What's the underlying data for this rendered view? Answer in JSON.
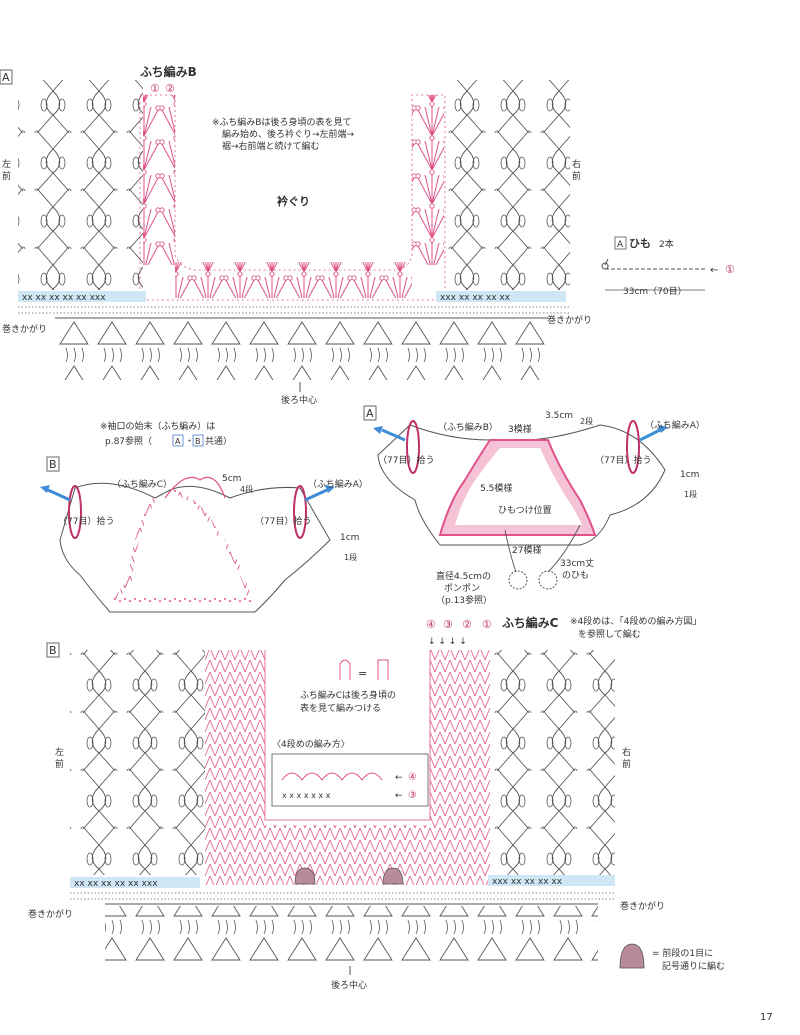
{
  "page_number": "17",
  "colors": {
    "ink": "#444444",
    "pink": "#e0528a",
    "pink_fill": "#f5c2d6",
    "band": "#cfe6f5",
    "blue": "#3d8ad6"
  },
  "section_a": {
    "letter": "A",
    "edge_label": "ふち編みB",
    "row_markers": [
      "①",
      "②"
    ],
    "instruction": [
      "※ふち編みBは後ろ身頃の表を見て",
      "編み始め、後ろ衿ぐり→左前端→",
      "裾→右前端と続けて編む"
    ],
    "collar_label": "衿ぐり",
    "left_front": [
      "左",
      "前"
    ],
    "right_front": [
      "右",
      "前"
    ],
    "band_left": "xx xx xx xx xx xxx",
    "band_right": "xxx xx xx xx xx",
    "whip_left": "巻きかがり",
    "whip_right": "巻きかがり",
    "center_back": "後ろ中心"
  },
  "string": {
    "letter": "A",
    "title": "ひも",
    "count": "2本",
    "marker": "①",
    "length": "33cm（70目）"
  },
  "sleeve_note": [
    "※袖口の始末（ふち編み）は",
    "p.87参照（",
    "A",
    "・",
    "B",
    "共通）"
  ],
  "b_small": {
    "letter": "B",
    "edge_c": "（ふち編みC）",
    "edge_a": "（ふち編みA）",
    "c_size": "5cm",
    "c_rows": "4段",
    "pick_left": "（77目）拾う",
    "pick_right": "（77目）拾う",
    "cuff": "1cm",
    "cuff_rows": "1段"
  },
  "a_small": {
    "letter": "A",
    "edge_b": "（ふち編みB）",
    "edge_a": "（ふち編みA）",
    "b_size": "3.5cm",
    "b_rows": "2段",
    "pattern_3": "3模様",
    "pattern_55": "5.5模様",
    "pick_left": "（77目）拾う",
    "pick_right": "（77目）拾う",
    "tie_pos": "ひもつけ位置",
    "pattern_27": "27模様",
    "cuff": "1cm",
    "cuff_rows": "1段",
    "pompom": [
      "直径4.5cmの",
      "ポンポン",
      "（p.13参照）"
    ],
    "tie": [
      "33cm丈",
      "のひも"
    ]
  },
  "section_b": {
    "letter": "B",
    "edge_label": "ふち編みC",
    "row_markers": [
      "④",
      "③",
      "②",
      "①"
    ],
    "note4": [
      "※4段めは、「4段めの編み方図」",
      "を参照して編む"
    ],
    "instruction": [
      "ふち編みCは後ろ身頃の",
      "表を見て編みつける"
    ],
    "eq": "=",
    "inset_title": "〈4段めの編み方〉",
    "inset_markers": [
      "④",
      "③"
    ],
    "left_front": [
      "左",
      "前"
    ],
    "right_front": [
      "右",
      "前"
    ],
    "band_left": "xx xx xx xx xx xxx",
    "band_right": "xxx xx xx xx xx",
    "whip_left": "巻きかがり",
    "whip_right": "巻きかがり",
    "center_back": "後ろ中心",
    "legend": [
      "= 前段の1目に",
      "記号通りに編む"
    ]
  }
}
